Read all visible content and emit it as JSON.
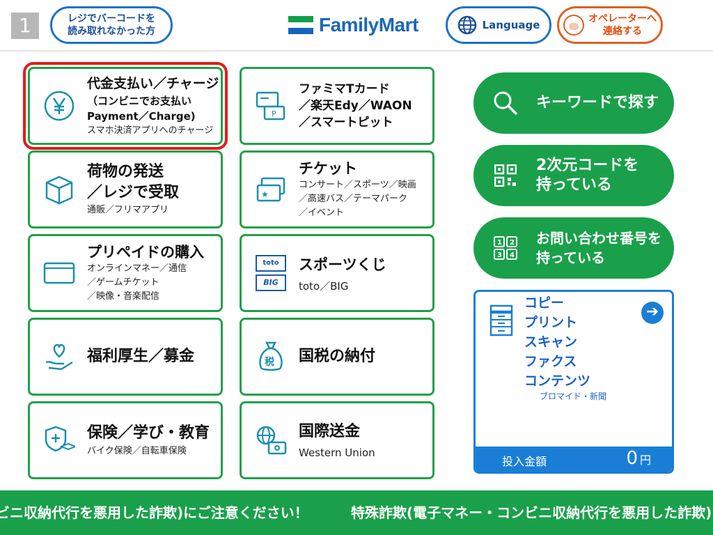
{
  "header": {
    "page_number": "1",
    "barcode_help_label": "レジでバーコードを\n読み取れなかった方",
    "logo_text": "FamilyMart",
    "language_label": "Language",
    "operator_label": "オペレーターへ\n連絡する"
  },
  "menu": {
    "payment": {
      "title": "代金支払い／チャージ",
      "subtitle_1": "（コンビニでお支払い",
      "subtitle_2": "Payment／Charge)",
      "note": "スマホ決済アプリへのチャージ"
    },
    "famima_card": {
      "line1": "ファミマTカード",
      "line2": "／楽天Edy／WAON",
      "line3": "／スマートピット"
    },
    "parcel": {
      "line1": "荷物の発送",
      "line2": "／レジで受取",
      "note": "通販／フリマアプリ"
    },
    "ticket": {
      "title": "チケット",
      "note1": "コンサート／スポーツ／映画",
      "note2": "／高速バス／テーマパーク",
      "note3": "／イベント"
    },
    "prepaid": {
      "title": "プリペイドの購入",
      "note1": "オンラインマネー／通信",
      "note2": "／ゲームチケット",
      "note3": "／映像・音楽配信"
    },
    "sports_lottery": {
      "title": "スポーツくじ",
      "note": "toto／BIG",
      "logo_top": "toto",
      "logo_bottom": "BIG"
    },
    "welfare": {
      "title": "福利厚生／募金"
    },
    "tax": {
      "title": "国税の納付",
      "icon_text": "税"
    },
    "insurance": {
      "title": "保険／学び・教育",
      "note": "バイク保険／自転車保険"
    },
    "remittance": {
      "title": "国際送金",
      "note": "Western Union"
    }
  },
  "side": {
    "keyword_search": "キーワードで探す",
    "qr_code_1": "2次元コードを",
    "qr_code_2": "持っている",
    "inquiry_1": "お問い合わせ番号を",
    "inquiry_2": "持っている"
  },
  "copy_panel": {
    "items": [
      "コピー",
      "プリント",
      "スキャン",
      "ファクス",
      "コンテンツ"
    ],
    "content_sub": "ブロマイド・新聞",
    "coin_label": "投入金額",
    "coin_amount": "0",
    "coin_unit": "円"
  },
  "ticker": {
    "text_left": "ビニ収納代行を悪用した詐欺)にご注意ください！",
    "text_right": "特殊詐欺(電子マネー・コンビニ収納代行を悪用した詐欺)"
  },
  "colors": {
    "green": "#1aa04a",
    "blue": "#1a7ed6",
    "orange": "#e06020",
    "selected_outline": "#e31b1b"
  }
}
